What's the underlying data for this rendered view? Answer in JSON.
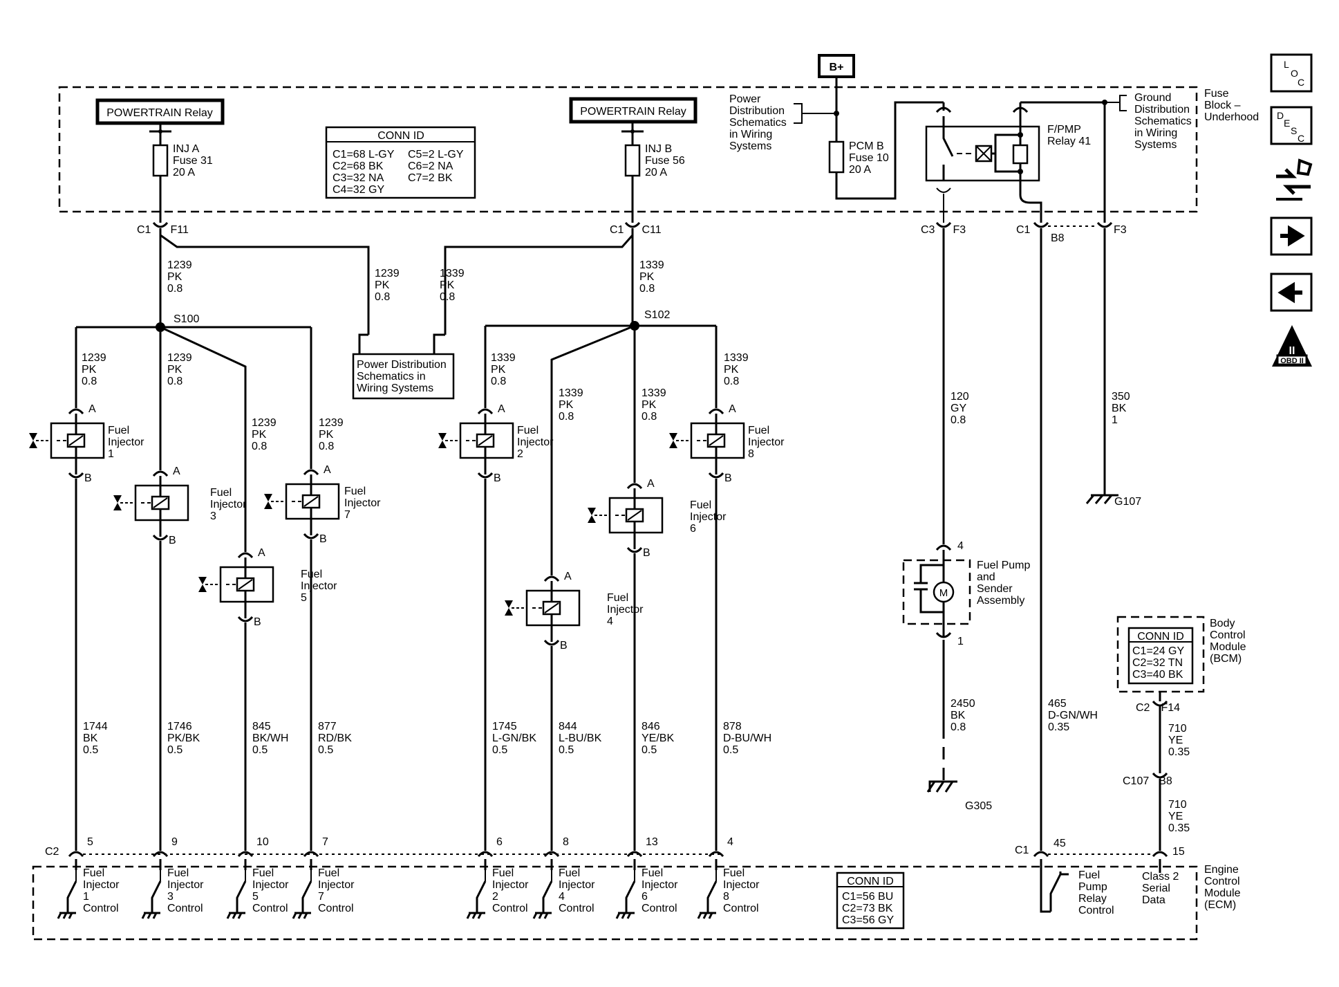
{
  "supply": "B+",
  "fuse_block": [
    "Fuse",
    "Block –",
    "Underhood"
  ],
  "ecm": [
    "Engine",
    "Control",
    "Module",
    "(ECM)"
  ],
  "bcm": [
    "Body",
    "Control",
    "Module",
    "(BCM)"
  ],
  "relay_a": "POWERTRAIN Relay",
  "relay_b": "POWERTRAIN Relay",
  "fuse_a": [
    "INJ A",
    "Fuse 31",
    "20 A"
  ],
  "fuse_b": [
    "INJ B",
    "Fuse 56",
    "20 A"
  ],
  "fuse_pcm": [
    "PCM B",
    "Fuse 10",
    "20 A"
  ],
  "pmp_relay": [
    "F/PMP",
    "Relay 41"
  ],
  "power_dist_top": [
    "Power",
    "Distribution",
    "Schematics",
    "in Wiring",
    "Systems"
  ],
  "ground_dist": [
    "Ground",
    "Distribution",
    "Schematics",
    "in Wiring",
    "Systems"
  ],
  "power_dist_mid": [
    "Power Distribution",
    "Schematics in",
    "Wiring  Systems"
  ],
  "conn_id_fuse": {
    "title": "CONN ID",
    "col1": [
      "C1=68 L-GY",
      "C2=68 BK",
      "C3=32 NA",
      "C4=32 GY"
    ],
    "col2": [
      "C5=2 L-GY",
      "C6=2 NA",
      "C7=2 BK"
    ]
  },
  "conn_id_ecm": {
    "title": "CONN ID",
    "rows": [
      "C1=56 BU",
      "C2=73 BK",
      "C3=56 GY"
    ]
  },
  "conn_id_bcm": {
    "title": "CONN ID",
    "rows": [
      "C1=24 GY",
      "C2=32 TN",
      "C3=40 BK"
    ]
  },
  "connectors": {
    "c1_f11": [
      "C1",
      "F11"
    ],
    "c1_c11": [
      "C1",
      "C11"
    ],
    "c3_f3": [
      "C3",
      "F3"
    ],
    "c1_b8": [
      "C1",
      "B8"
    ],
    "f3": "F3",
    "c2": "C2",
    "c1_ecm": "C1",
    "c2_f14": [
      "C2",
      "F14"
    ],
    "c107_b8": [
      "C107",
      "B8"
    ]
  },
  "splices": [
    "S100",
    "S102"
  ],
  "wires": {
    "w1239_main": [
      "1239",
      "PK",
      "0.8"
    ],
    "w1239_pd": [
      "1239",
      "PK",
      "0.8"
    ],
    "w1339_pd": [
      "1339",
      "PK",
      "0.8"
    ],
    "w1339_main": [
      "1339",
      "PK",
      "0.8"
    ],
    "w1239_i1": [
      "1239",
      "PK",
      "0.8"
    ],
    "w1239_i3": [
      "1239",
      "PK",
      "0.8"
    ],
    "w1239_i5": [
      "1239",
      "PK",
      "0.8"
    ],
    "w1239_i7": [
      "1239",
      "PK",
      "0.8"
    ],
    "w1339_i2": [
      "1339",
      "PK",
      "0.8"
    ],
    "w1339_i4": [
      "1339",
      "PK",
      "0.8"
    ],
    "w1339_i6": [
      "1339",
      "PK",
      "0.8"
    ],
    "w1339_i8": [
      "1339",
      "PK",
      "0.8"
    ],
    "w1744": [
      "1744",
      "BK",
      "0.5"
    ],
    "w1746": [
      "1746",
      "PK/BK",
      "0.5"
    ],
    "w845": [
      "845",
      "BK/WH",
      "0.5"
    ],
    "w877": [
      "877",
      "RD/BK",
      "0.5"
    ],
    "w1745": [
      "1745",
      "L-GN/BK",
      "0.5"
    ],
    "w844": [
      "844",
      "L-BU/BK",
      "0.5"
    ],
    "w846": [
      "846",
      "YE/BK",
      "0.5"
    ],
    "w878": [
      "878",
      "D-BU/WH",
      "0.5"
    ],
    "w120": [
      "120",
      "GY",
      "0.8"
    ],
    "w350": [
      "350",
      "BK",
      "1"
    ],
    "w2450": [
      "2450",
      "BK",
      "0.8"
    ],
    "w465": [
      "465",
      "D-GN/WH",
      "0.35"
    ],
    "w710a": [
      "710",
      "YE",
      "0.35"
    ],
    "w710b": [
      "710",
      "YE",
      "0.35"
    ]
  },
  "injectors": [
    {
      "label": [
        "Fuel",
        "Injector",
        "1"
      ],
      "pin_a": "A",
      "pin_b": "B",
      "ecm_pin": "5",
      "ctrl": [
        "Fuel",
        "Injector",
        "1",
        "Control"
      ]
    },
    {
      "label": [
        "Fuel",
        "Injector",
        "3"
      ],
      "pin_a": "A",
      "pin_b": "B",
      "ecm_pin": "9",
      "ctrl": [
        "Fuel",
        "Injector",
        "3",
        "Control"
      ]
    },
    {
      "label": [
        "Fuel",
        "Injector",
        "5"
      ],
      "pin_a": "A",
      "pin_b": "B",
      "ecm_pin": "10",
      "ctrl": [
        "Fuel",
        "Injector",
        "5",
        "Control"
      ]
    },
    {
      "label": [
        "Fuel",
        "Injector",
        "7"
      ],
      "pin_a": "A",
      "pin_b": "B",
      "ecm_pin": "7",
      "ctrl": [
        "Fuel",
        "Injector",
        "7",
        "Control"
      ]
    },
    {
      "label": [
        "Fuel",
        "Injector",
        "2"
      ],
      "pin_a": "A",
      "pin_b": "B",
      "ecm_pin": "6",
      "ctrl": [
        "Fuel",
        "Injector",
        "2",
        "Control"
      ]
    },
    {
      "label": [
        "Fuel",
        "Injector",
        "4"
      ],
      "pin_a": "A",
      "pin_b": "B",
      "ecm_pin": "8",
      "ctrl": [
        "Fuel",
        "Injector",
        "4",
        "Control"
      ]
    },
    {
      "label": [
        "Fuel",
        "Injector",
        "6"
      ],
      "pin_a": "A",
      "pin_b": "B",
      "ecm_pin": "13",
      "ctrl": [
        "Fuel",
        "Injector",
        "6",
        "Control"
      ]
    },
    {
      "label": [
        "Fuel",
        "Injector",
        "8"
      ],
      "pin_a": "A",
      "pin_b": "B",
      "ecm_pin": "4",
      "ctrl": [
        "Fuel",
        "Injector",
        "8",
        "Control"
      ]
    }
  ],
  "fuel_pump": {
    "label": [
      "Fuel Pump",
      "and",
      "Sender",
      "Assembly"
    ],
    "pin_top": "4",
    "pin_bottom": "1",
    "motor": "M"
  },
  "grounds": [
    "G107",
    "G305"
  ],
  "ecm_pins": {
    "pump_pin": "45",
    "serial_pin": "15"
  },
  "pump_ctrl": [
    "Fuel",
    "Pump",
    "Relay",
    "Control"
  ],
  "serial": [
    "Class 2",
    "Serial",
    "Data"
  ],
  "nav": {
    "loc": [
      "L",
      "O",
      "C"
    ],
    "desc": [
      "D",
      "E",
      "S",
      "C"
    ],
    "obd": [
      "II",
      "OBD II"
    ]
  }
}
